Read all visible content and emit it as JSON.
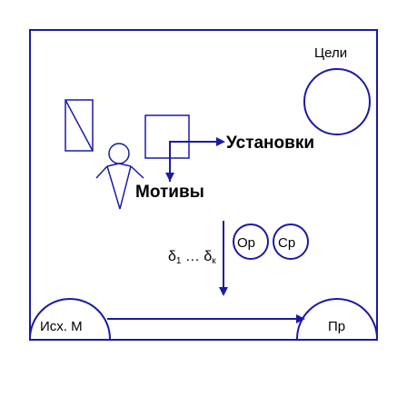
{
  "diagram": {
    "labels": {
      "goals": "Цели",
      "attitudes": "Установки",
      "motives": "Мотивы",
      "delta": "δ",
      "delta_sub_start": "1",
      "ellipsis": " … ",
      "delta_sub_end": "к",
      "op": "Ор",
      "sr": "Ср",
      "initial_state": "Исх. М",
      "result": "Пр"
    },
    "colors": {
      "stroke": "#1a1aa6",
      "text": "#000000",
      "background": "#ffffff"
    }
  }
}
